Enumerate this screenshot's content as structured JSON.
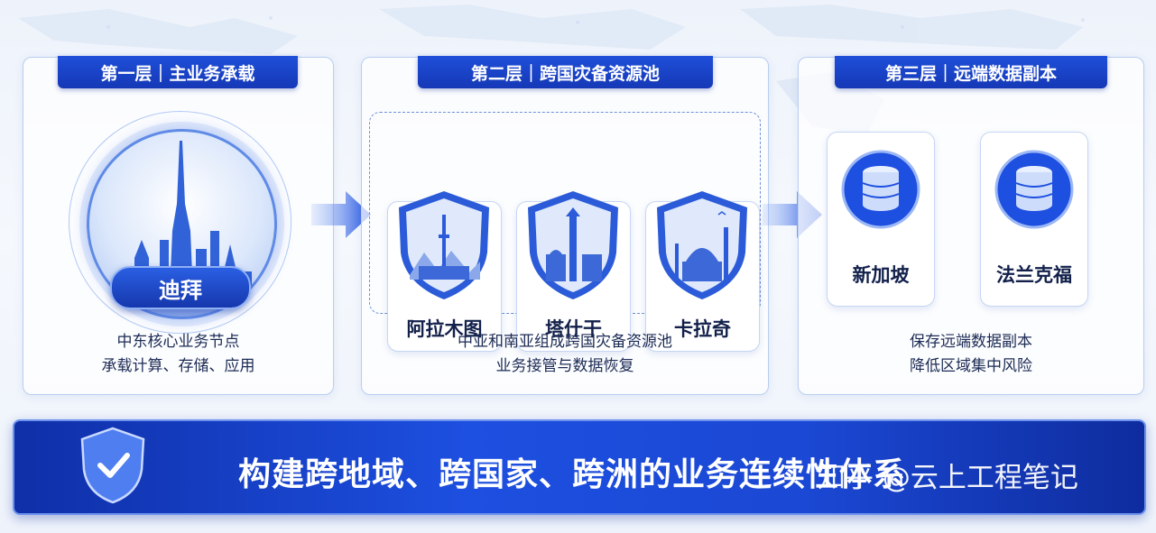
{
  "layer1": {
    "tab_title": "第一层｜主业务承载",
    "city": "迪拜",
    "desc_line1": "中东核心业务节点",
    "desc_line2": "承载计算、存储、应用"
  },
  "layer2": {
    "tab_title": "第二层｜跨国灾备资源池",
    "cities": [
      "阿拉木图",
      "塔什干",
      "卡拉奇"
    ],
    "desc_line1": "中亚和南亚组成跨国灾备资源池",
    "desc_line2": "业务接管与数据恢复"
  },
  "layer3": {
    "tab_title": "第三层｜远端数据副本",
    "cities": [
      "新加坡",
      "法兰克福"
    ],
    "desc_line1": "保存远端数据副本",
    "desc_line2": "降低区域集中风险"
  },
  "banner": {
    "text": "构建跨地域、跨国家、跨洲的业务连续性体系",
    "watermark": "知乎 @云上工程笔记"
  },
  "colors": {
    "primary": "#1a44cc",
    "accent": "#2a5fe3",
    "text": "#12204a"
  }
}
